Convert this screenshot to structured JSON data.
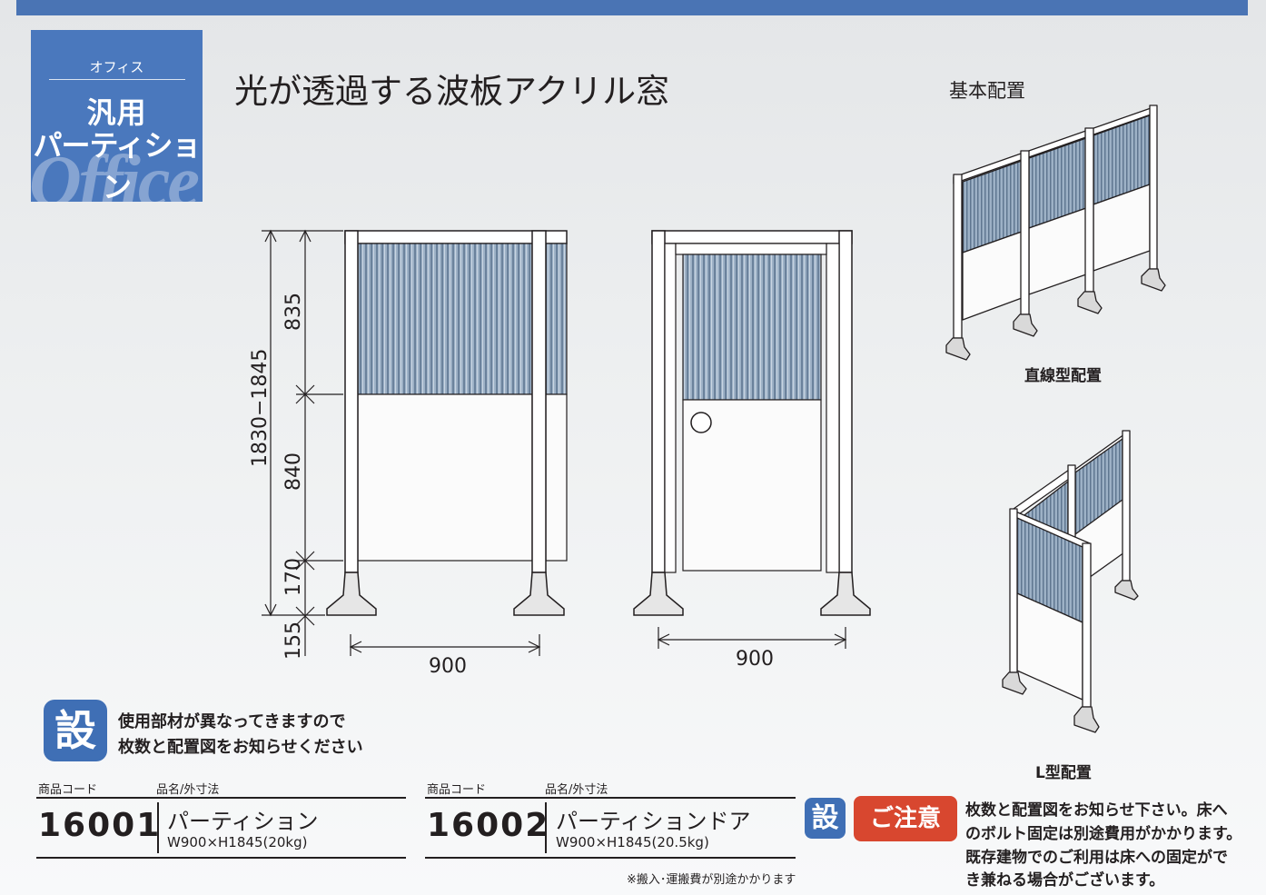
{
  "colors": {
    "accent": "#4a74b4",
    "badge": "#4a78bd",
    "caution": "#d8472f",
    "acrylic": "#8ea3bb"
  },
  "badge": {
    "category": "オフィス",
    "title_line1": "汎用",
    "title_line2": "パーティション",
    "watermark": "Office"
  },
  "headline": "光が透過する波板アクリル窓",
  "layout_section": {
    "title": "基本配置",
    "straight_caption": "直線型配置",
    "l_caption": "L型配置"
  },
  "dimensions": {
    "total_height": "1830−1845",
    "upper": "835",
    "middle": "840",
    "lower": "170",
    "foot": "155",
    "width_partition": "900",
    "width_door": "900"
  },
  "install_note": {
    "icon": "設",
    "line1": "使用部材が異なってきますので",
    "line2": "枚数と配置図をお知らせください"
  },
  "products": [
    {
      "code_label": "商品コード",
      "name_label": "品名/外寸法",
      "code": "16001",
      "name": "パーティション",
      "spec": "W900×H1845(20kg)"
    },
    {
      "code_label": "商品コード",
      "name_label": "品名/外寸法",
      "code": "16002",
      "name": "パーティションドア",
      "spec": "W900×H1845(20.5kg)"
    }
  ],
  "footnote": "※搬入･運搬費が別途かかります",
  "caution": {
    "icon": "設",
    "label": "ご注意",
    "line1": "枚数と配置図をお知らせ下さい。床へ",
    "line2": "のボルト固定は別途費用がかかります。",
    "line3": "既存建物でのご利用は床への固定がで",
    "line4": "き兼ねる場合がございます。"
  }
}
